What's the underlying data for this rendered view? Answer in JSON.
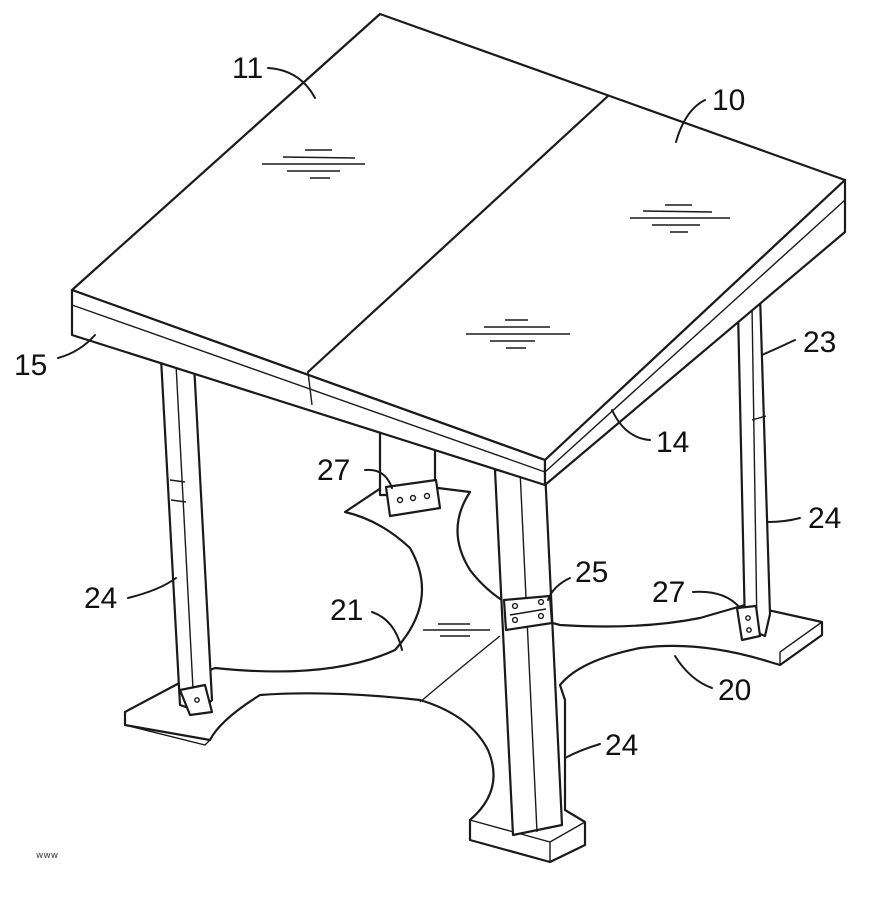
{
  "figure": {
    "reference_numerals": {
      "top_left_leaf": "11",
      "top_right_leaf": "10",
      "front_apron": "15",
      "right_apron": "14",
      "back_right_leg": "23",
      "leg_right": "24",
      "leg_left": "24",
      "leg_front": "24",
      "bracket_back": "27",
      "bracket_right": "27",
      "leg_strap": "25",
      "base_plate_center": "21",
      "base_plate": "20"
    },
    "corner_mark": "www"
  }
}
